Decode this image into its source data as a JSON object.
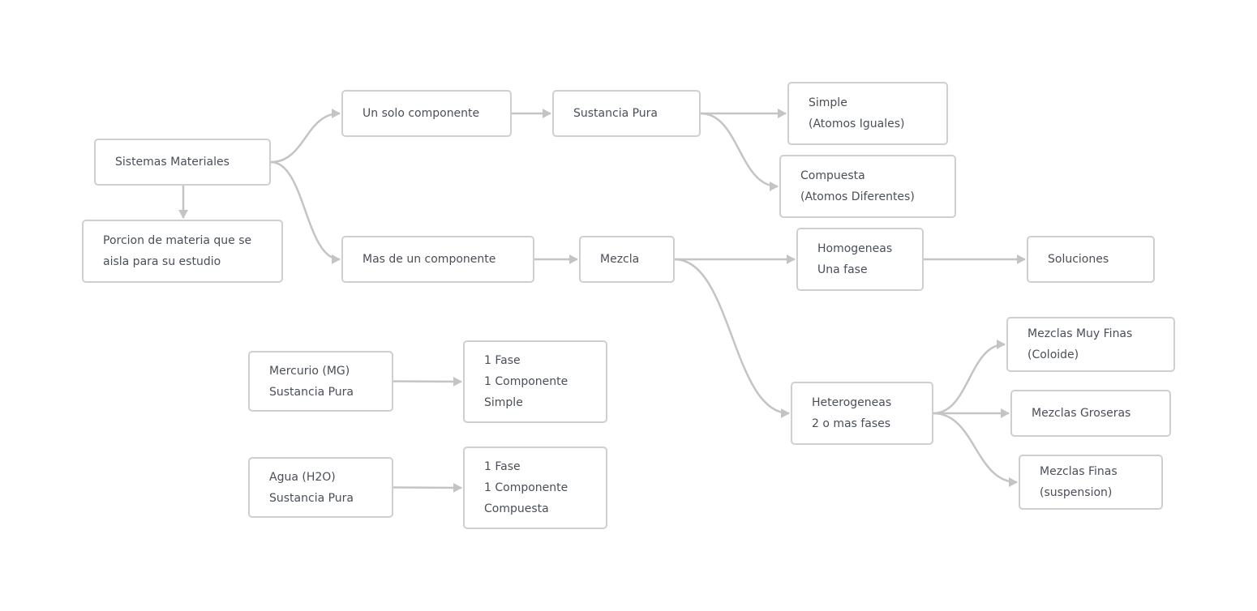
{
  "diagram": {
    "colors": {
      "node_border": "#cfcfcf",
      "edge": "#c4c4c4",
      "text": "#4a4f57",
      "background": "#ffffff"
    },
    "nodes": [
      {
        "id": "sistemas",
        "lines": [
          "Sistemas Materiales"
        ]
      },
      {
        "id": "porcion",
        "lines": [
          "Porcion de materia que se",
          "aisla para su estudio"
        ]
      },
      {
        "id": "un_solo",
        "lines": [
          "Un solo componente"
        ]
      },
      {
        "id": "sustancia_pura",
        "lines": [
          "Sustancia Pura"
        ]
      },
      {
        "id": "simple",
        "lines": [
          "Simple",
          "(Atomos Iguales)"
        ]
      },
      {
        "id": "compuesta",
        "lines": [
          "Compuesta",
          "(Atomos Diferentes)"
        ]
      },
      {
        "id": "mas_de_uno",
        "lines": [
          "Mas de un componente"
        ]
      },
      {
        "id": "mezcla",
        "lines": [
          "Mezcla"
        ]
      },
      {
        "id": "homogeneas",
        "lines": [
          "Homogeneas",
          "Una fase"
        ]
      },
      {
        "id": "soluciones",
        "lines": [
          "Soluciones"
        ]
      },
      {
        "id": "heterogeneas",
        "lines": [
          "Heterogeneas",
          "2 o mas fases"
        ]
      },
      {
        "id": "muy_finas",
        "lines": [
          "Mezclas Muy Finas",
          "(Coloide)"
        ]
      },
      {
        "id": "groseras",
        "lines": [
          "Mezclas Groseras"
        ]
      },
      {
        "id": "finas",
        "lines": [
          "Mezclas Finas",
          "(suspension)"
        ]
      },
      {
        "id": "mercurio",
        "lines": [
          "Mercurio (MG)",
          "Sustancia Pura"
        ]
      },
      {
        "id": "mercurio_detalle",
        "lines": [
          "1 Fase",
          "1 Componente",
          "Simple"
        ]
      },
      {
        "id": "agua",
        "lines": [
          "Agua (H2O)",
          "Sustancia Pura"
        ]
      },
      {
        "id": "agua_detalle",
        "lines": [
          "1 Fase",
          "1 Componente",
          "Compuesta"
        ]
      }
    ],
    "edges": [
      {
        "from": "sistemas",
        "to": "un_solo"
      },
      {
        "from": "sistemas",
        "to": "mas_de_uno"
      },
      {
        "from": "sistemas",
        "to": "porcion"
      },
      {
        "from": "un_solo",
        "to": "sustancia_pura"
      },
      {
        "from": "sustancia_pura",
        "to": "simple"
      },
      {
        "from": "sustancia_pura",
        "to": "compuesta"
      },
      {
        "from": "mas_de_uno",
        "to": "mezcla"
      },
      {
        "from": "mezcla",
        "to": "homogeneas"
      },
      {
        "from": "mezcla",
        "to": "heterogeneas"
      },
      {
        "from": "homogeneas",
        "to": "soluciones"
      },
      {
        "from": "heterogeneas",
        "to": "muy_finas"
      },
      {
        "from": "heterogeneas",
        "to": "groseras"
      },
      {
        "from": "heterogeneas",
        "to": "finas"
      },
      {
        "from": "mercurio",
        "to": "mercurio_detalle"
      },
      {
        "from": "agua",
        "to": "agua_detalle"
      }
    ]
  }
}
